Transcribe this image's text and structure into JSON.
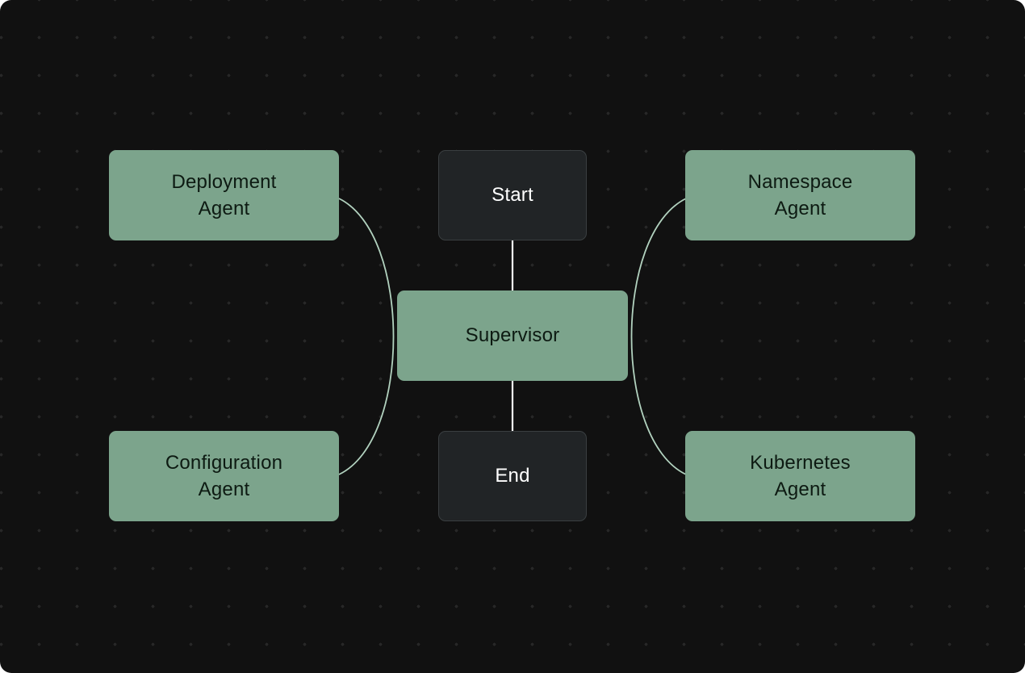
{
  "diagram": {
    "type": "flow-graph",
    "nodes": {
      "start": {
        "label": "Start",
        "kind": "terminal"
      },
      "supervisor": {
        "label": "Supervisor",
        "kind": "agent"
      },
      "end": {
        "label": "End",
        "kind": "terminal"
      },
      "deployment_agent": {
        "label": "Deployment Agent",
        "kind": "agent"
      },
      "configuration_agent": {
        "label": "Configuration Agent",
        "kind": "agent"
      },
      "namespace_agent": {
        "label": "Namespace Agent",
        "kind": "agent"
      },
      "kubernetes_agent": {
        "label": "Kubernetes Agent",
        "kind": "agent"
      }
    },
    "edges": [
      {
        "from": "start",
        "to": "supervisor",
        "style": "straight-white"
      },
      {
        "from": "supervisor",
        "to": "end",
        "style": "straight-white"
      },
      {
        "from": "deployment_agent",
        "to": "configuration_agent",
        "style": "curved-green-left"
      },
      {
        "from": "namespace_agent",
        "to": "kubernetes_agent",
        "style": "curved-green-right"
      }
    ],
    "colors": {
      "background": "#111111",
      "grid_dot": "#272727",
      "agent_fill": "#7ca48c",
      "agent_text": "#0d1a12",
      "terminal_fill": "#212426",
      "terminal_border": "#3a3f41",
      "terminal_text": "#ffffff",
      "edge_white": "#ffffff",
      "edge_green": "#b2d2bf"
    }
  }
}
